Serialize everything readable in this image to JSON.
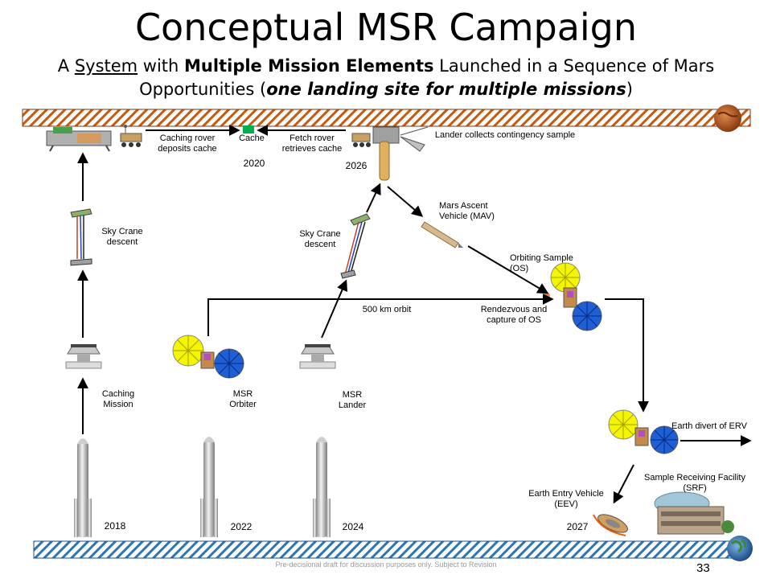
{
  "title": "Conceptual MSR Campaign",
  "subtitle": {
    "p1": "A ",
    "p2": "System",
    "p3": " with ",
    "p4": "Multiple Mission Elements",
    "p5": " Launched in a Sequence of Mars Opportunities (",
    "p6": "one landing site for multiple missions",
    "p7": ")"
  },
  "labels": {
    "caching_rover": "Caching rover deposits cache",
    "cache": "Cache",
    "fetch_rover": "Fetch rover retrieves cache",
    "lander_collects": "Lander collects contingency sample",
    "sky_crane_1": "Sky Crane descent",
    "sky_crane_2": "Sky Crane descent",
    "mav": "Mars Ascent Vehicle (MAV)",
    "os": "Orbiting Sample (OS)",
    "orbit_500": "500 km orbit",
    "rendezvous": "Rendezvous and capture of OS",
    "caching_mission": "Caching Mission",
    "msr_orbiter": "MSR Orbiter",
    "msr_lander": "MSR Lander",
    "earth_divert": "Earth divert of ERV",
    "srf": "Sample Receiving Facility (SRF)",
    "eev": "Earth Entry Vehicle (EEV)"
  },
  "years": {
    "y2018": "2018",
    "y2020": "2020",
    "y2022": "2022",
    "y2024": "2024",
    "y2026": "2026",
    "y2027": "2027"
  },
  "footer": "Pre-decisional draft for discussion purposes only.  Subject to Revision",
  "page_number": "33",
  "colors": {
    "mars_band": "#c55a11",
    "earth_band": "#2e75b6",
    "solar_panel_yellow": "#f5f500",
    "solar_panel_blue": "#1f5fd6",
    "cache_green": "#00b050"
  },
  "icons": [
    "mars-planet-icon",
    "earth-planet-icon",
    "rocket-icon",
    "spacecraft-icon",
    "orbiter-icon",
    "sky-crane-icon",
    "rover-icon",
    "lander-icon",
    "mav-icon",
    "eev-capsule-icon",
    "building-icon"
  ]
}
